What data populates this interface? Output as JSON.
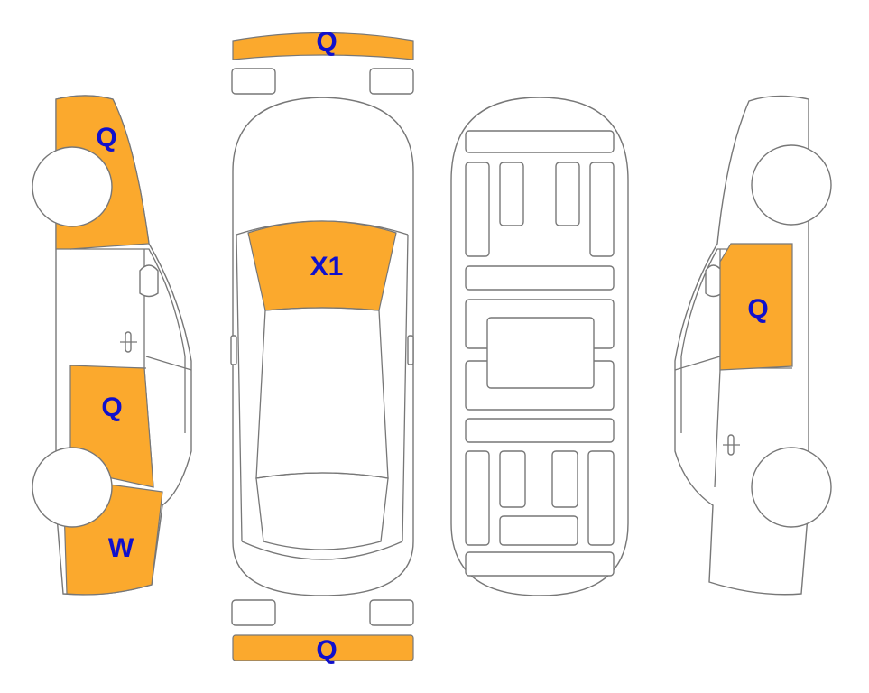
{
  "colors": {
    "damage_fill": "#FBA92D",
    "label_text": "#1010CC",
    "outline": "#777777"
  },
  "labels": {
    "front_bumper": "Q",
    "rear_bumper": "Q",
    "windshield": "X1",
    "left_front_fender": "Q",
    "left_front_door": "Q",
    "left_rear_quarter": "W",
    "right_front_door": "Q"
  }
}
